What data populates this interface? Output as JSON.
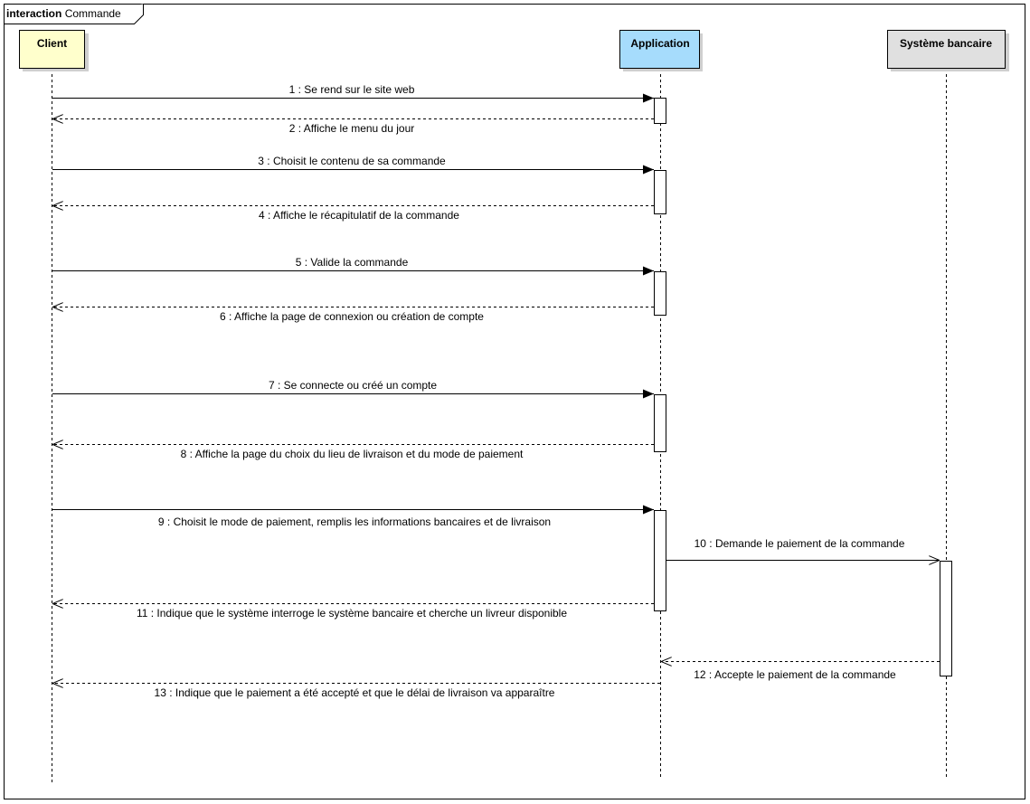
{
  "frame": {
    "keyword": "interaction",
    "name": "Commande"
  },
  "colors": {
    "client_fill": "#ffffcc",
    "application_fill": "#a6dcfc",
    "bank_fill": "#e0e0e0",
    "line": "#000000",
    "shadow": "#cfcfcf"
  },
  "lifelines": [
    {
      "id": "client",
      "label": "Client"
    },
    {
      "id": "application",
      "label": "Application"
    },
    {
      "id": "bank",
      "label": "Système bancaire"
    }
  ],
  "messages": [
    {
      "label": "1 : Se rend sur le site web",
      "from": "client",
      "to": "application",
      "kind": "sync"
    },
    {
      "label": "2 : Affiche le menu du jour",
      "from": "application",
      "to": "client",
      "kind": "reply"
    },
    {
      "label": "3 : Choisit le contenu de sa commande",
      "from": "client",
      "to": "application",
      "kind": "sync"
    },
    {
      "label": "4 : Affiche le récapitulatif de la commande",
      "from": "application",
      "to": "client",
      "kind": "reply"
    },
    {
      "label": "5 : Valide la commande",
      "from": "client",
      "to": "application",
      "kind": "sync"
    },
    {
      "label": "6 : Affiche la page de connexion ou création de compte",
      "from": "application",
      "to": "client",
      "kind": "reply"
    },
    {
      "label": "7 : Se connecte ou créé un compte",
      "from": "client",
      "to": "application",
      "kind": "sync"
    },
    {
      "label": "8 : Affiche la page du choix du lieu de livraison et du mode de paiement",
      "from": "application",
      "to": "client",
      "kind": "reply"
    },
    {
      "label": "9 : Choisit le mode de paiement, remplis les informations bancaires et de livraison",
      "from": "client",
      "to": "application",
      "kind": "sync"
    },
    {
      "label": "10 : Demande le paiement de la commande",
      "from": "application",
      "to": "bank",
      "kind": "async"
    },
    {
      "label": "11 : Indique que le système interroge le système bancaire et cherche un livreur disponible",
      "from": "application",
      "to": "client",
      "kind": "reply"
    },
    {
      "label": "12 : Accepte le paiement de la commande",
      "from": "bank",
      "to": "application",
      "kind": "reply"
    },
    {
      "label": "13 : Indique que le paiement a été accepté et que le délai de livraison va apparaître",
      "from": "application",
      "to": "client",
      "kind": "reply"
    }
  ]
}
